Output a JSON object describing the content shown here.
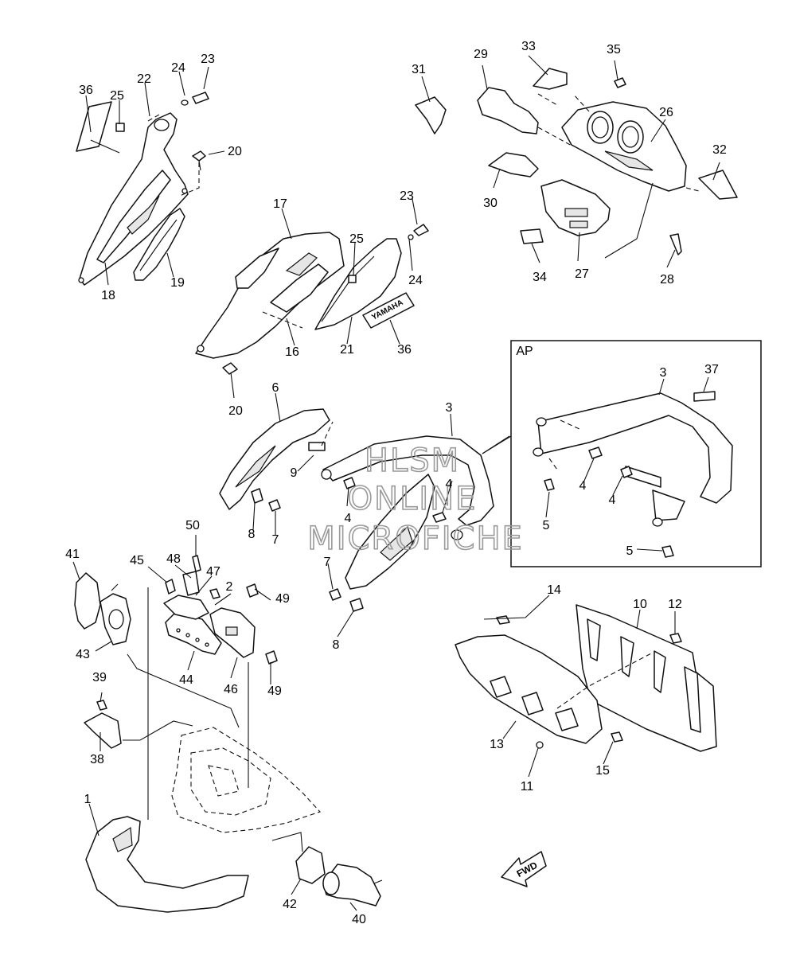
{
  "labels": {
    "p1": "1",
    "p2": "2",
    "p3": "3",
    "p3ap": "3",
    "p4a": "4",
    "p4b": "4",
    "p4ap1": "4",
    "p4ap2": "4",
    "p5ap1": "5",
    "p5ap2": "5",
    "p6": "6",
    "p7a": "7",
    "p7b": "7",
    "p8a": "8",
    "p8b": "8",
    "p9": "9",
    "p10": "10",
    "p11": "11",
    "p12": "12",
    "p13": "13",
    "p14": "14",
    "p15": "15",
    "p16": "16",
    "p17": "17",
    "p18": "18",
    "p19": "19",
    "p20a": "20",
    "p20b": "20",
    "p21": "21",
    "p22": "22",
    "p23a": "23",
    "p23b": "23",
    "p24a": "24",
    "p24b": "24",
    "p25a": "25",
    "p25b": "25",
    "p26": "26",
    "p27": "27",
    "p28": "28",
    "p29": "29",
    "p30": "30",
    "p31": "31",
    "p32": "32",
    "p33": "33",
    "p34": "34",
    "p35": "35",
    "p36a": "36",
    "p36b": "36",
    "p37": "37",
    "p38": "38",
    "p39": "39",
    "p40": "40",
    "p41": "41",
    "p42": "42",
    "p43": "43",
    "p44": "44",
    "p45": "45",
    "p46": "46",
    "p47": "47",
    "p48": "48",
    "p49a": "49",
    "p49b": "49",
    "p50": "50"
  },
  "inset_title": "AP",
  "decal_text": "YAMAHA",
  "fwd_text": "FWD",
  "watermark": [
    "HLSM",
    "ONLINE",
    "MICROFICHE"
  ]
}
